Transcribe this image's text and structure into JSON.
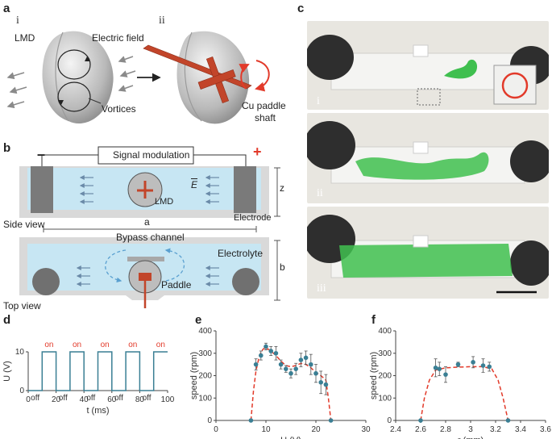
{
  "panels": {
    "a": "a",
    "b": "b",
    "c": "c",
    "d": "d",
    "e": "e",
    "f": "f"
  },
  "a": {
    "i": "i",
    "ii": "ii",
    "lmd": "LMD",
    "electric_field": "Electric field",
    "vortices": "Vortices",
    "cu_paddle": "Cu paddle",
    "shaft": "shaft"
  },
  "b": {
    "signal": "Signal modulation",
    "minus": "–",
    "plus": "+",
    "e_field": "E",
    "lmd": "LMD",
    "electrode": "Electrode",
    "side_view": "Side view",
    "a": "a",
    "z": "z",
    "bypass": "Bypass channel",
    "electrolyte": "Electrolyte",
    "paddle": "Paddle",
    "top_view": "Top view",
    "b": "b"
  },
  "c": {
    "labels": [
      "i",
      "ii",
      "iii"
    ]
  },
  "colors": {
    "copper": "#c2452a",
    "electrolyte": "#c7e6f3",
    "electrode": "#7a7a7a",
    "on": "#e23a2a",
    "point": "#3a7f94",
    "fit": "#e23a2a",
    "dye": "#3fbf4f"
  },
  "chart_data": [
    {
      "type": "line",
      "id": "d",
      "title": "",
      "xlabel": "t (ms)",
      "ylabel": "U (V)",
      "xlim": [
        0,
        100
      ],
      "ylim": [
        0,
        10
      ],
      "xticks": [
        "0",
        "20",
        "40",
        "60",
        "80",
        "100"
      ],
      "yticks": [
        "0",
        "10"
      ],
      "on_labels": [
        "on",
        "on",
        "on",
        "on",
        "on"
      ],
      "off_labels": [
        "off",
        "off",
        "off",
        "off",
        "off"
      ],
      "series": [
        {
          "x": [
            0,
            10,
            10,
            20,
            20,
            30,
            30,
            40,
            40,
            50,
            50,
            60,
            60,
            70,
            70,
            80,
            80,
            90,
            90,
            100
          ],
          "values": [
            0,
            0,
            10,
            10,
            0,
            0,
            10,
            10,
            0,
            0,
            10,
            10,
            0,
            0,
            10,
            10,
            0,
            0,
            10,
            10
          ]
        }
      ]
    },
    {
      "type": "scatter",
      "id": "e",
      "title": "",
      "xlabel": "U (V)",
      "ylabel": "speed (rpm)",
      "xlim": [
        0,
        30
      ],
      "ylim": [
        0,
        400
      ],
      "xticks": [
        "0",
        "10",
        "20",
        "30"
      ],
      "yticks": [
        "0",
        "100",
        "200",
        "300",
        "400"
      ],
      "points": [
        {
          "x": 7,
          "y": 0,
          "err": 0
        },
        {
          "x": 8,
          "y": 250,
          "err": 25
        },
        {
          "x": 9,
          "y": 290,
          "err": 20
        },
        {
          "x": 10,
          "y": 330,
          "err": 15
        },
        {
          "x": 11,
          "y": 310,
          "err": 20
        },
        {
          "x": 12,
          "y": 300,
          "err": 30
        },
        {
          "x": 13,
          "y": 250,
          "err": 20
        },
        {
          "x": 14,
          "y": 230,
          "err": 15
        },
        {
          "x": 15,
          "y": 210,
          "err": 20
        },
        {
          "x": 16,
          "y": 230,
          "err": 25
        },
        {
          "x": 17,
          "y": 270,
          "err": 30
        },
        {
          "x": 18,
          "y": 280,
          "err": 30
        },
        {
          "x": 19,
          "y": 250,
          "err": 45
        },
        {
          "x": 20,
          "y": 210,
          "err": 40
        },
        {
          "x": 21,
          "y": 170,
          "err": 50
        },
        {
          "x": 22,
          "y": 160,
          "err": 45
        },
        {
          "x": 23,
          "y": 0,
          "err": 0
        }
      ],
      "fit": {
        "x": [
          7,
          7.5,
          8,
          8.5,
          9,
          9.5,
          10,
          11,
          12,
          13,
          14,
          15,
          16,
          17,
          18,
          19,
          20,
          21,
          22,
          22.5,
          23
        ],
        "values": [
          0,
          130,
          220,
          270,
          305,
          320,
          325,
          310,
          290,
          265,
          245,
          240,
          245,
          255,
          250,
          235,
          215,
          200,
          180,
          100,
          0
        ]
      }
    },
    {
      "type": "scatter",
      "id": "f",
      "title": "",
      "xlabel": "r (mm)",
      "ylabel": "speed (rpm)",
      "xlim": [
        2.4,
        3.6
      ],
      "ylim": [
        0,
        400
      ],
      "xticks": [
        "2.4",
        "2.6",
        "2.8",
        "3",
        "3.2",
        "3.4",
        "3.6"
      ],
      "yticks": [
        "0",
        "100",
        "200",
        "300",
        "400"
      ],
      "points": [
        {
          "x": 2.6,
          "y": 0,
          "err": 0
        },
        {
          "x": 2.72,
          "y": 235,
          "err": 40
        },
        {
          "x": 2.75,
          "y": 230,
          "err": 30
        },
        {
          "x": 2.8,
          "y": 205,
          "err": 35
        },
        {
          "x": 2.9,
          "y": 250,
          "err": 10
        },
        {
          "x": 3.02,
          "y": 260,
          "err": 25
        },
        {
          "x": 3.1,
          "y": 245,
          "err": 30
        },
        {
          "x": 3.15,
          "y": 240,
          "err": 20
        },
        {
          "x": 3.3,
          "y": 0,
          "err": 0
        }
      ],
      "fit": {
        "x": [
          2.6,
          2.63,
          2.67,
          2.72,
          2.8,
          2.9,
          3.0,
          3.1,
          3.17,
          3.22,
          3.26,
          3.3
        ],
        "values": [
          0,
          100,
          180,
          225,
          235,
          238,
          240,
          240,
          230,
          180,
          100,
          0
        ]
      }
    }
  ]
}
